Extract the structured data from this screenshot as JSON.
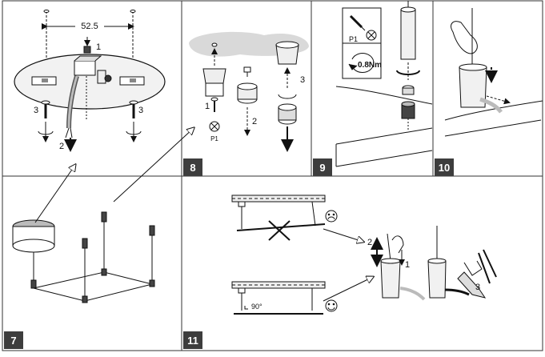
{
  "panels": {
    "p1": {
      "dimension": "52.5",
      "callout_1": "1",
      "callout_2": "2",
      "callout_3_left": "3",
      "callout_3_right": "3"
    },
    "p8": {
      "step": "8",
      "callout_1": "1",
      "callout_2": "2",
      "callout_3": "3",
      "label_p1": "P1"
    },
    "p9": {
      "step": "9",
      "label_p1": "P1",
      "torque": "0.8Nm"
    },
    "p10": {
      "step": "10"
    },
    "p7": {
      "step": "7"
    },
    "p11": {
      "step": "11",
      "callout_1": "1",
      "callout_2": "2",
      "callout_3": "3",
      "angle": "90°"
    }
  },
  "icons": [
    "screwdriver-icon",
    "no-tool-icon",
    "rotate-icon",
    "sad-face-icon",
    "happy-face-icon",
    "cross-icon",
    "pliers-icon"
  ],
  "colors": {
    "line": "#1a1a1a",
    "badge": "#3d3d3d",
    "cloud": "#d9d9d9"
  }
}
